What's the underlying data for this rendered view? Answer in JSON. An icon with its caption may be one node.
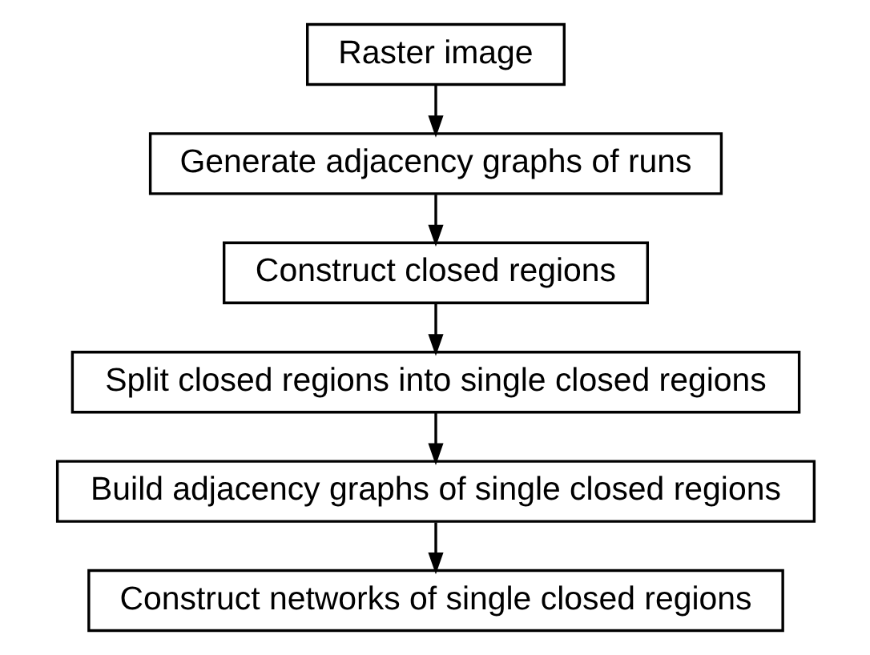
{
  "diagram": {
    "nodes": [
      {
        "text": [
          "Raster image"
        ]
      },
      {
        "text": [
          "Generate adjacency graphs of runs"
        ]
      },
      {
        "text": [
          "Construct closed regions"
        ]
      },
      {
        "text": [
          "Split closed regions into single closed regions"
        ]
      },
      {
        "text": [
          "Build adjacency graphs of single closed regions"
        ]
      },
      {
        "text": [
          "Construct networks of single closed regions"
        ]
      }
    ],
    "edges": [
      {
        "from": 0,
        "to": 1,
        "arrow": "to"
      },
      {
        "from": 1,
        "to": 2,
        "arrow": "to"
      },
      {
        "from": 2,
        "to": 3,
        "arrow": "to"
      },
      {
        "from": 3,
        "to": 4,
        "arrow": "to"
      },
      {
        "from": 4,
        "to": 5,
        "arrow": "to"
      }
    ]
  }
}
